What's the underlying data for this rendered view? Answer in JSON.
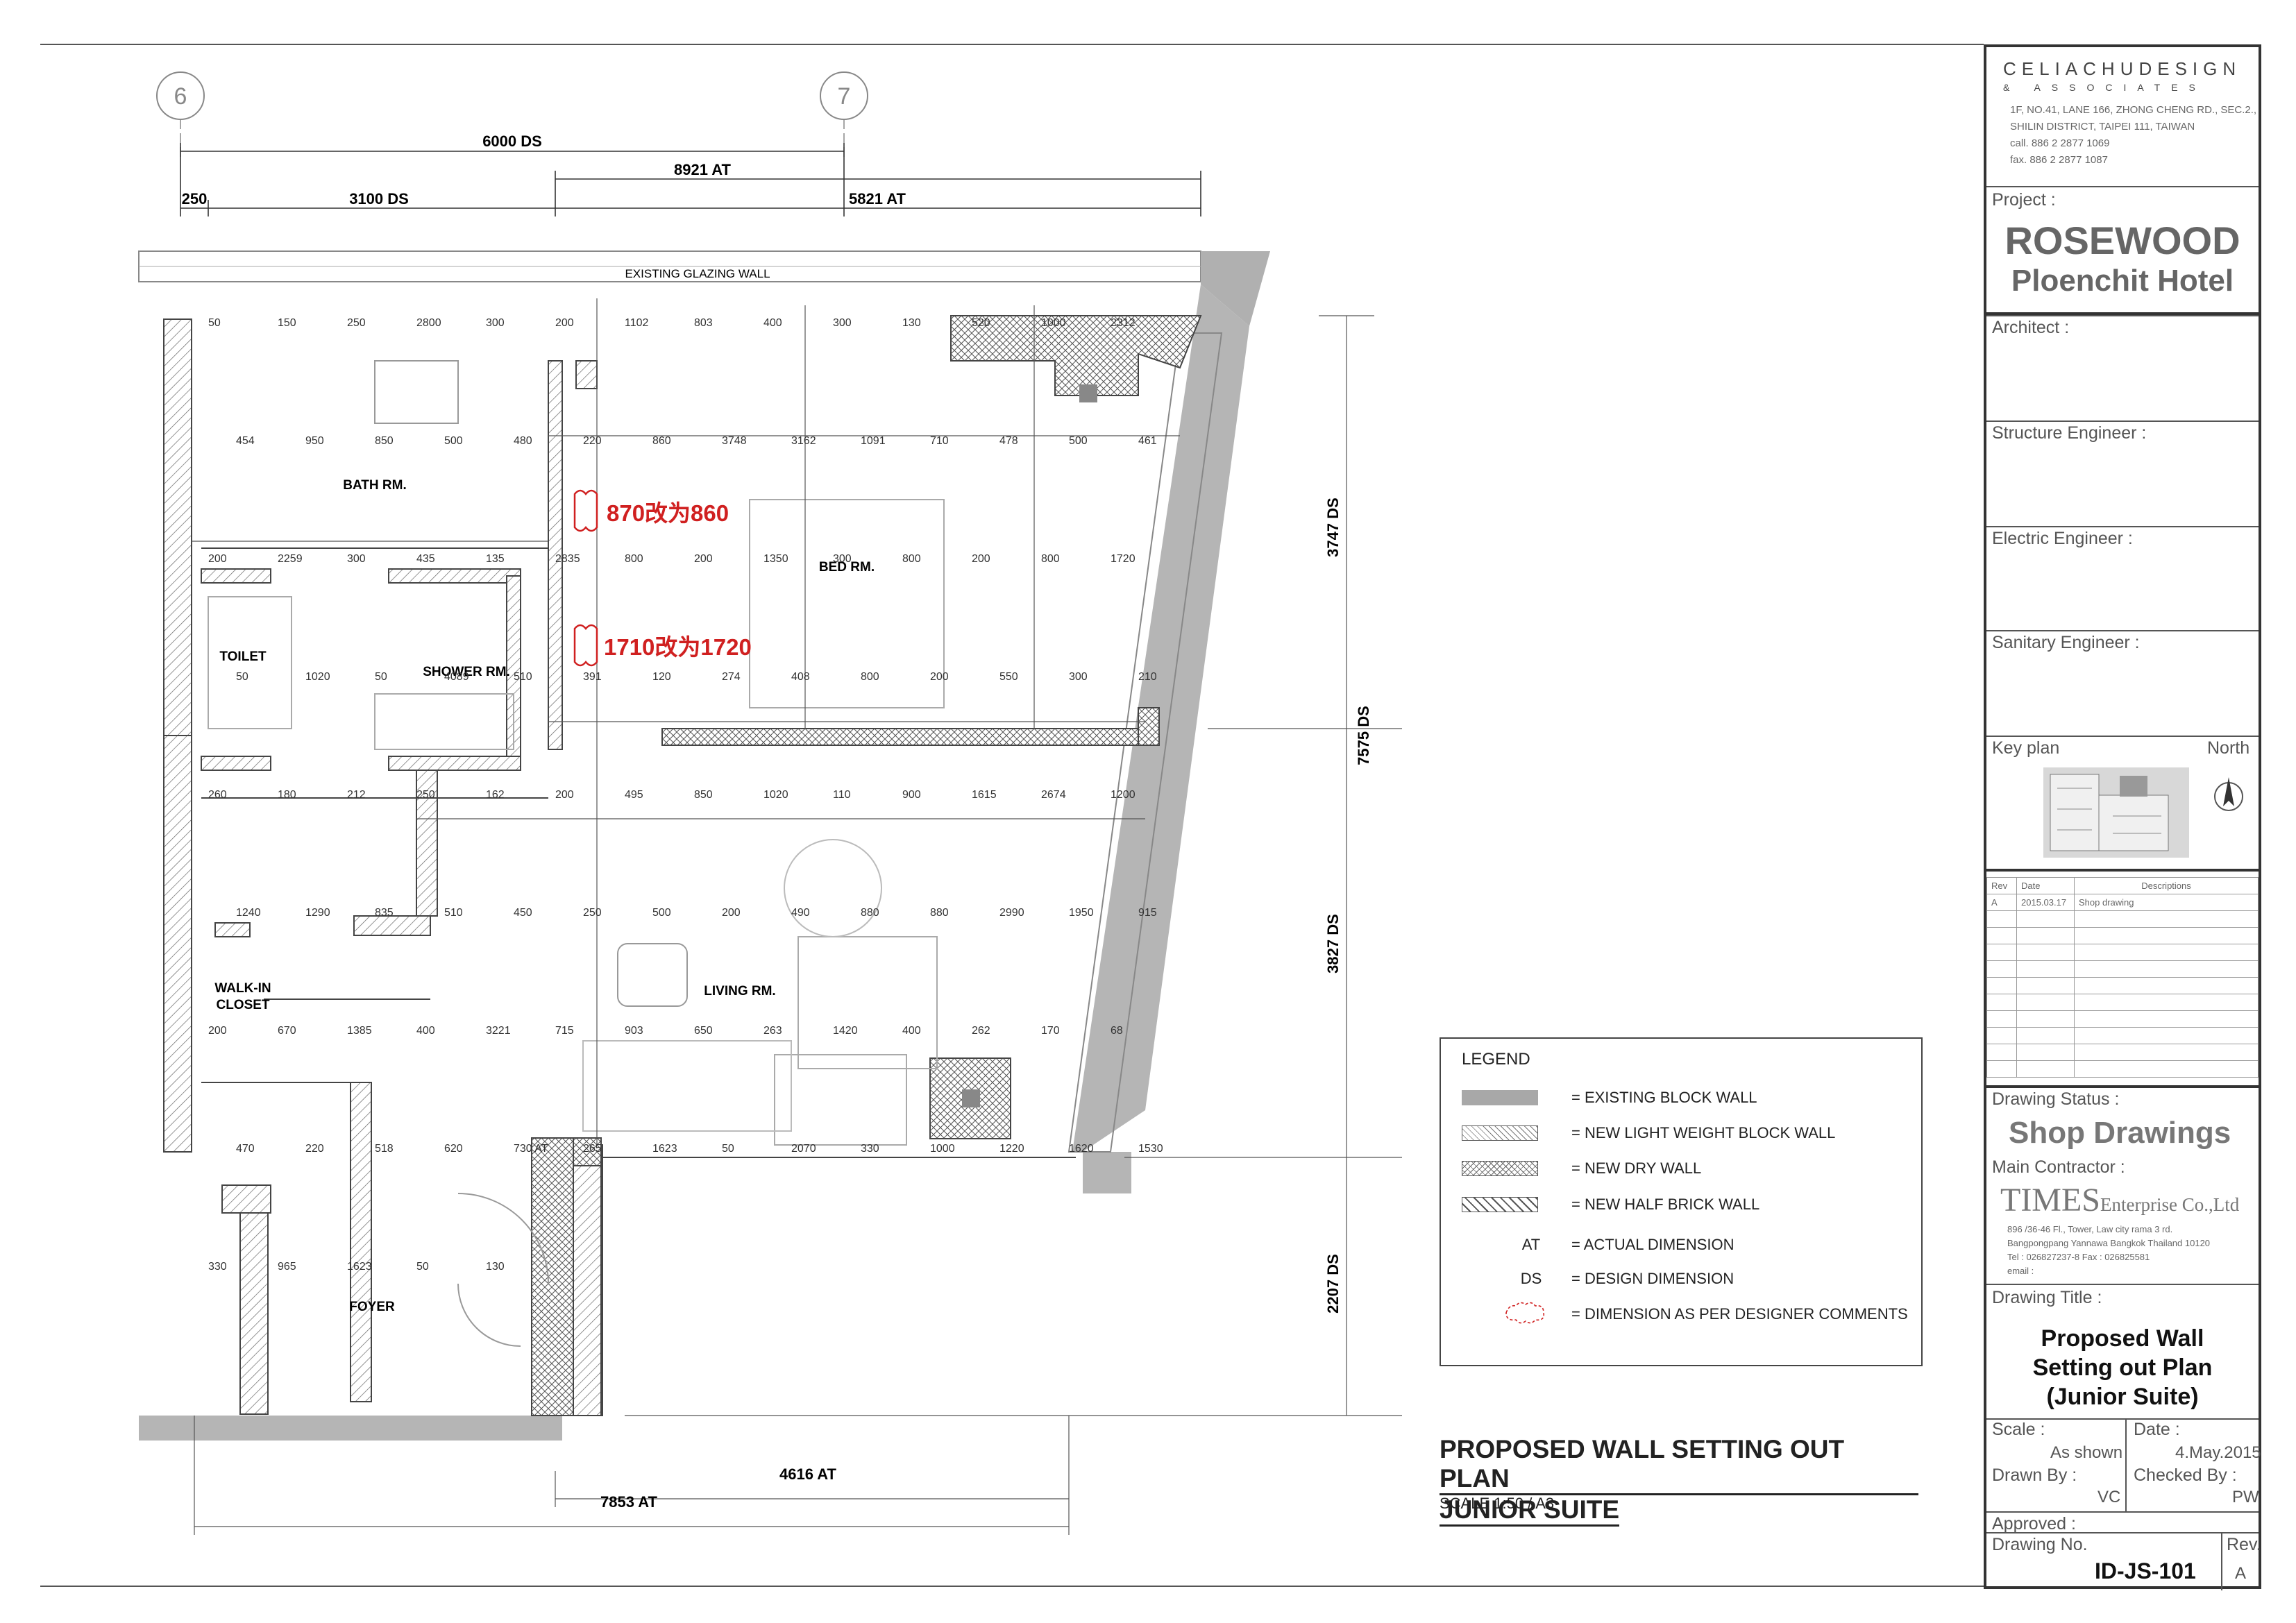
{
  "plan": {
    "grid_bubbles": [
      "6",
      "7"
    ],
    "top_dims": [
      "6000 DS",
      "8921 AT",
      "250",
      "3100 DS",
      "5821 AT"
    ],
    "glazing_label": "EXISTING GLAZING WALL",
    "rooms": {
      "bath": "BATH RM.",
      "toilet": "TOILET",
      "shower": "SHOWER RM.",
      "bed": "BED RM.",
      "living": "LIVING RM.",
      "walkin_1": "WALK-IN",
      "walkin_2": "CLOSET",
      "foyer": "FOYER"
    },
    "annotations": {
      "note1": "870改为860",
      "note2": "1710改为1720"
    },
    "right_dims": [
      "3747 DS",
      "7575 DS",
      "3827 DS",
      "2207 DS"
    ],
    "bottom_dims": [
      "4616 AT",
      "7853 AT"
    ],
    "small_dims": [
      "50",
      "150",
      "250",
      "2800",
      "300",
      "200",
      "1102",
      "803",
      "400",
      "300",
      "130",
      "520",
      "1000",
      "2312",
      "454",
      "950",
      "850",
      "500",
      "480",
      "220",
      "860",
      "3748",
      "3162",
      "1091",
      "710",
      "478",
      "500",
      "461",
      "200",
      "2259",
      "300",
      "435",
      "135",
      "2835",
      "800",
      "200",
      "1350",
      "300",
      "800",
      "200",
      "800",
      "1720",
      "50",
      "1020",
      "50",
      "4089",
      "510",
      "391",
      "120",
      "274",
      "408",
      "800",
      "200",
      "550",
      "300",
      "210",
      "260",
      "180",
      "212",
      "250",
      "162",
      "200",
      "495",
      "850",
      "1020",
      "110",
      "900",
      "1615",
      "2674",
      "1200",
      "1240",
      "1290",
      "835",
      "510",
      "450",
      "250",
      "500",
      "200",
      "490",
      "880",
      "880",
      "2990",
      "1950",
      "915",
      "200",
      "670",
      "1385",
      "400",
      "3221",
      "715",
      "903",
      "650",
      "263",
      "1420",
      "400",
      "262",
      "170",
      "68",
      "470",
      "220",
      "518",
      "620",
      "730 AT",
      "265",
      "1623",
      "50",
      "2070",
      "330",
      "1000",
      "1220",
      "1620",
      "1530",
      "330",
      "965",
      "1623",
      "50",
      "130"
    ]
  },
  "legend": {
    "title": "LEGEND",
    "items": [
      {
        "text": "= EXISTING BLOCK WALL"
      },
      {
        "text": "= NEW LIGHT WEIGHT BLOCK WALL"
      },
      {
        "text": "= NEW DRY WALL"
      },
      {
        "text": "= NEW HALF BRICK WALL"
      },
      {
        "code": "AT",
        "text": "= ACTUAL DIMENSION"
      },
      {
        "code": "DS",
        "text": "= DESIGN DIMENSION"
      },
      {
        "text": "=  DIMENSION AS PER DESIGNER COMMENTS"
      }
    ]
  },
  "plan_title": {
    "line1": "PROPOSED WALL SETTING OUT PLAN",
    "line2": "JUNIOR SUITE",
    "scale": "SCALE  1:50 / A3"
  },
  "title_block": {
    "company": "CELIACHUDESIGN",
    "company_sub": "& ASSOCIATES",
    "address": [
      "1F, NO.41, LANE 166, ZHONG CHENG RD., SEC.2.,",
      "SHILIN DISTRICT, TAIPEI 111, TAIWAN",
      "call. 886 2 2877 1069",
      "fax. 886 2 2877 1087"
    ],
    "project_label": "Project :",
    "project_name": "ROSEWOOD",
    "project_sub": "Ploenchit Hotel",
    "architect_label": "Architect :",
    "structure_label": "Structure Engineer :",
    "electric_label": "Electric Engineer :",
    "sanitary_label": "Sanitary Engineer :",
    "keyplan_label": "Key plan",
    "north_label": "North",
    "rev_headers": [
      "Rev",
      "Date",
      "Descriptions"
    ],
    "rev_rows": [
      [
        "A",
        "2015.03.17",
        "Shop drawing"
      ]
    ],
    "status_label": "Drawing Status :",
    "status_value": "Shop Drawings",
    "contractor_label": "Main Contractor :",
    "contractor_big": "TIMES",
    "contractor_rest": "Enterprise Co.,Ltd",
    "contractor_lines": [
      "896 /36-46 Fl., Tower, Law city rama 3 rd.",
      "Bangpongpang Yannawa Bangkok Thailand 10120",
      "Tel : 026827237-8 Fax : 026825581",
      "email :"
    ],
    "title_label": "Drawing Title :",
    "title_lines": [
      "Proposed Wall",
      "Setting out Plan",
      "(Junior Suite)"
    ],
    "scale_label": "Scale :",
    "scale_value": "As shown",
    "date_label": "Date :",
    "date_value": "4.May.2015",
    "drawn_label": "Drawn By :",
    "drawn_value": "VC",
    "checked_label": "Checked By :",
    "checked_value": "PW",
    "approved_label": "Approved :",
    "dno_label": "Drawing No.",
    "dno_value": "ID-JS-101",
    "rev_label": "Rev.",
    "rev_value": "A"
  }
}
